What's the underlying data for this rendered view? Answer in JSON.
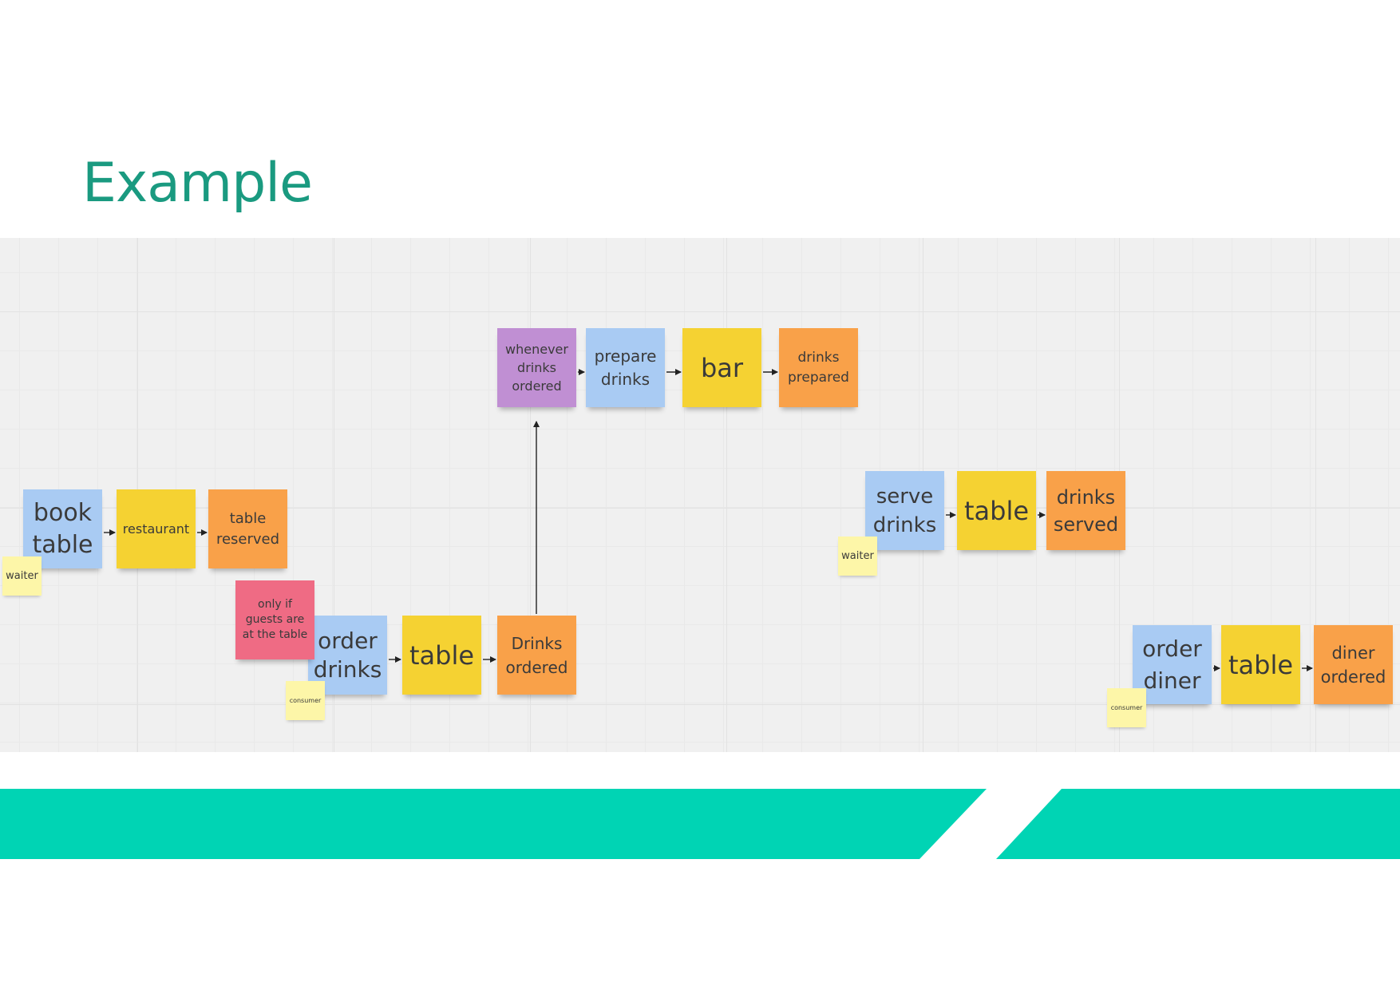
{
  "title": "Example",
  "notes": {
    "book_table": "book\ntable",
    "restaurant": "restaurant",
    "table_reserved": "table\nreserved",
    "waiter_1": "waiter",
    "only_if": "only if\nguests are\nat the table",
    "order_drinks": "order\ndrinks",
    "table_1": "table",
    "drinks_ordered": "Drinks\nordered",
    "consumer_1": "consumer",
    "whenever": "whenever\ndrinks\nordered",
    "prepare_drinks": "prepare\ndrinks",
    "bar": "bar",
    "drinks_prepared": "drinks\nprepared",
    "serve_drinks": "serve\ndrinks",
    "table_2": "table",
    "drinks_served": "drinks\nserved",
    "waiter_2": "waiter",
    "order_diner": "order\ndiner",
    "table_3": "table",
    "diner_ordered": "diner\nordered",
    "consumer_2": "consumer"
  },
  "colors": {
    "command": "#a9cbf3",
    "aggregate": "#f5d232",
    "event": "#f9a149",
    "policy": "#c08fd3",
    "rule": "#ef6b84",
    "actor": "#fdf6a8",
    "accent": "#00d4b4",
    "title": "#1a9a80"
  }
}
